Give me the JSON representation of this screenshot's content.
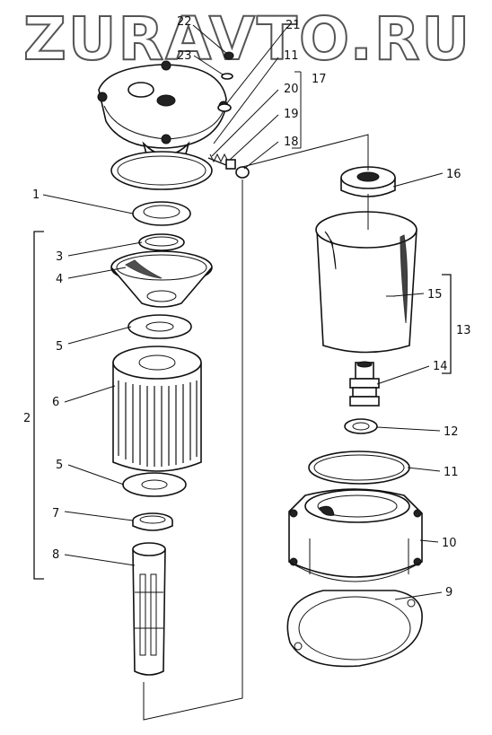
{
  "watermark": "ZURAVTO.RU",
  "callouts": {
    "c1": "1",
    "c2": "2",
    "c3": "3",
    "c4": "4",
    "c5a": "5",
    "c5b": "5",
    "c6": "6",
    "c7": "7",
    "c8": "8",
    "c9": "9",
    "c10": "10",
    "c11a": "11",
    "c11b": "11",
    "c12": "12",
    "c13": "13",
    "c14": "14",
    "c15": "15",
    "c16": "16",
    "c17": "17",
    "c18": "18",
    "c19": "19",
    "c20": "20",
    "c21": "21",
    "c22": "22",
    "c23": "23"
  }
}
